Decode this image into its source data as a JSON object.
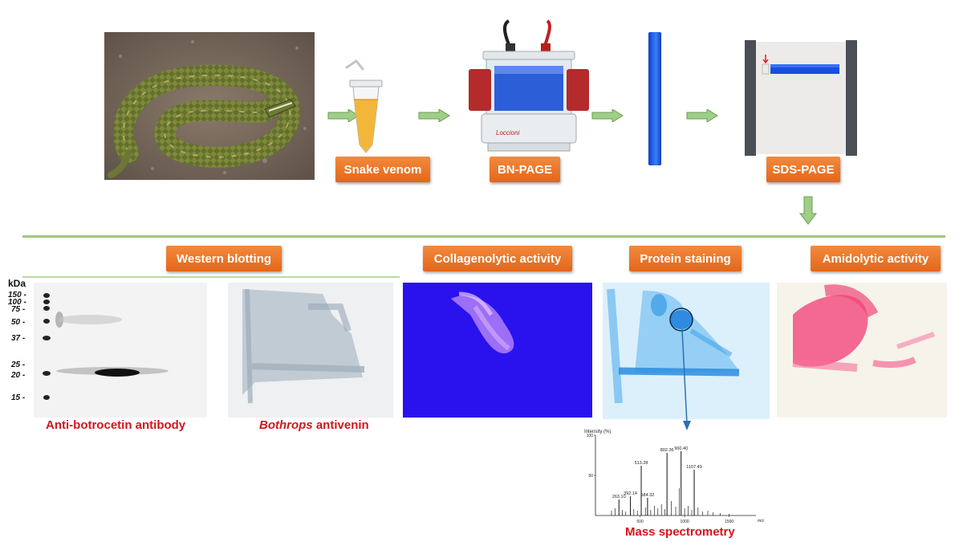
{
  "labels": {
    "snake_venom": "Snake venom",
    "bn_page": "BN-PAGE",
    "sds_page": "SDS-PAGE",
    "western_blotting": "Western blotting",
    "collagenolytic": "Collagenolytic activity",
    "protein_staining": "Protein staining",
    "amidolytic": "Amidolytic activity"
  },
  "captions": {
    "anti_botrocetin": "Anti-botrocetin antibody",
    "antivenin_italic": "Bothrops",
    "antivenin_rest": " antivenin",
    "mass_spec": "Mass spectrometry"
  },
  "ladder": {
    "unit": "kDa",
    "markers": [
      "150 -",
      "100 -",
      "75 -",
      "50 -",
      "37 -",
      "25 -",
      "20 -",
      "15 -"
    ]
  },
  "device_brand": "Loccioni",
  "colors": {
    "label_orange": "#e96f22",
    "caption_red": "#d6141c",
    "arrow_green": "#7fb26a",
    "divider_green": "#9cc97f",
    "gel_blue": "#1f5fe0",
    "collagen_blue": "#2a0ef0",
    "staining_cyan": "#46a9ea",
    "amidolytic_pink": "#f0467a"
  },
  "chart_data": {
    "type": "bar",
    "title": "",
    "ylabel": "Intensity (%)",
    "xlabel": "m/z",
    "xlim": [
      0,
      1800
    ],
    "ylim": [
      0,
      100
    ],
    "xticks": [
      "500",
      "1000",
      "1500"
    ],
    "yticks": [
      "100",
      "50"
    ],
    "peaks": [
      {
        "x": 263.1,
        "y": 20,
        "label": "263.10"
      },
      {
        "x": 392.14,
        "y": 24,
        "label": "392.14"
      },
      {
        "x": 513.28,
        "y": 62,
        "label": "513.28"
      },
      {
        "x": 584.32,
        "y": 22,
        "label": "584.32"
      },
      {
        "x": 802.36,
        "y": 78,
        "label": "802.36"
      },
      {
        "x": 960.4,
        "y": 80,
        "label": "960.40"
      },
      {
        "x": 1107.49,
        "y": 57,
        "label": "1107.49"
      }
    ],
    "minor_peaks": [
      {
        "x": 180,
        "y": 6
      },
      {
        "x": 220,
        "y": 9
      },
      {
        "x": 300,
        "y": 7
      },
      {
        "x": 340,
        "y": 5
      },
      {
        "x": 430,
        "y": 8
      },
      {
        "x": 470,
        "y": 6
      },
      {
        "x": 560,
        "y": 10
      },
      {
        "x": 620,
        "y": 7
      },
      {
        "x": 660,
        "y": 12
      },
      {
        "x": 700,
        "y": 9
      },
      {
        "x": 740,
        "y": 14
      },
      {
        "x": 780,
        "y": 8
      },
      {
        "x": 850,
        "y": 18
      },
      {
        "x": 900,
        "y": 11
      },
      {
        "x": 940,
        "y": 34
      },
      {
        "x": 1000,
        "y": 9
      },
      {
        "x": 1040,
        "y": 12
      },
      {
        "x": 1080,
        "y": 7
      },
      {
        "x": 1150,
        "y": 10
      },
      {
        "x": 1200,
        "y": 5
      },
      {
        "x": 1260,
        "y": 6
      },
      {
        "x": 1320,
        "y": 4
      },
      {
        "x": 1400,
        "y": 3
      },
      {
        "x": 1500,
        "y": 2
      }
    ]
  }
}
